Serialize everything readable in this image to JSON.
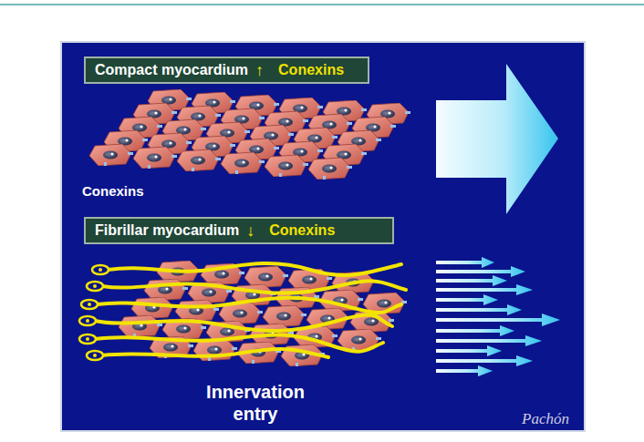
{
  "diagram": {
    "nodes": [
      {
        "text": [
          "Compact myocardium",
          "↑",
          "Conexins"
        ]
      },
      {
        "text": [
          "Fibrillar myocardium",
          "↓",
          "Conexins"
        ]
      }
    ],
    "labels": [
      "Conexins",
      "Innervation entry",
      "Pachón"
    ]
  }
}
